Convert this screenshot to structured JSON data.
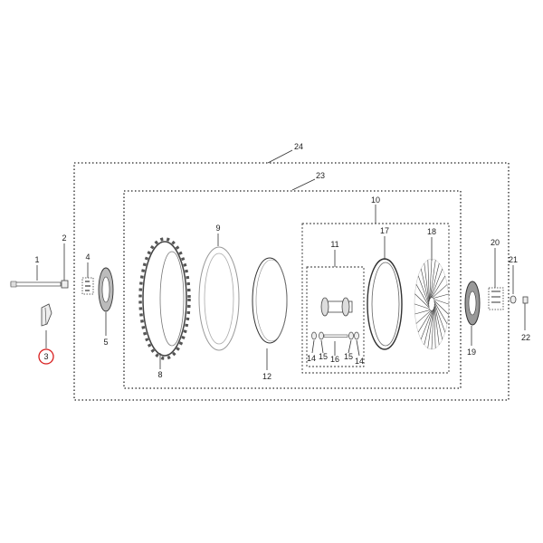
{
  "diagram": {
    "callouts": [
      {
        "id": "c1",
        "label": "1"
      },
      {
        "id": "c2",
        "label": "2"
      },
      {
        "id": "c3",
        "label": "3",
        "highlighted": true
      },
      {
        "id": "c4",
        "label": "4"
      },
      {
        "id": "c5",
        "label": "5"
      },
      {
        "id": "c8",
        "label": "8"
      },
      {
        "id": "c9",
        "label": "9"
      },
      {
        "id": "c10",
        "label": "10"
      },
      {
        "id": "c11",
        "label": "11"
      },
      {
        "id": "c12",
        "label": "12"
      },
      {
        "id": "c14a",
        "label": "14"
      },
      {
        "id": "c15a",
        "label": "15"
      },
      {
        "id": "c16",
        "label": "16"
      },
      {
        "id": "c15b",
        "label": "15"
      },
      {
        "id": "c14b",
        "label": "14"
      },
      {
        "id": "c17",
        "label": "17"
      },
      {
        "id": "c18",
        "label": "18"
      },
      {
        "id": "c19",
        "label": "19"
      },
      {
        "id": "c20",
        "label": "20"
      },
      {
        "id": "c21",
        "label": "21"
      },
      {
        "id": "c22",
        "label": "22"
      },
      {
        "id": "c23",
        "label": "23"
      },
      {
        "id": "c24",
        "label": "24"
      }
    ],
    "highlight_color": "#d81e1e",
    "line_color": "#222222"
  }
}
